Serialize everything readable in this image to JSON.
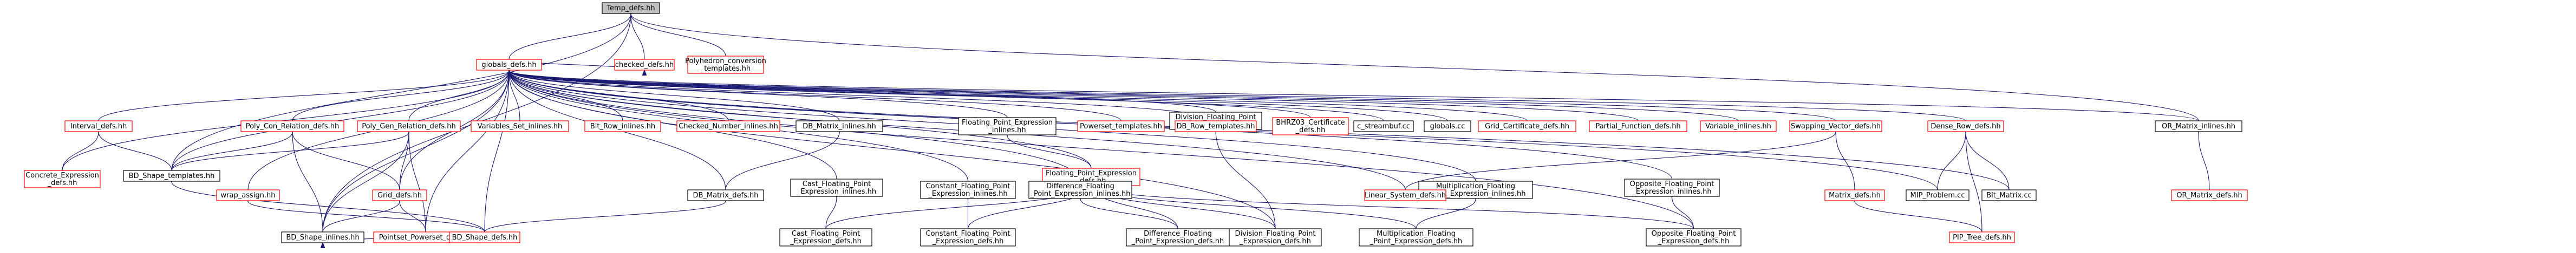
{
  "colors": {
    "edge": "#191970",
    "border_default": "#000000",
    "border_truncated": "#ff0000",
    "fill_default": "#ffffff",
    "fill_root": "#bfbfbf",
    "text": "#000000"
  },
  "nodes": [
    {
      "id": "tl_defs",
      "label": "Temp_defs.hh",
      "kind": "root"
    },
    {
      "id": "globals_defs",
      "label": "globals_defs.hh",
      "kind": "truncated"
    },
    {
      "id": "checked_defs",
      "label": "checked_defs.hh",
      "kind": "truncated"
    },
    {
      "id": "polyhedron_conv",
      "label": "Polyhedron_conversion\n_templates.hh",
      "kind": "truncated"
    },
    {
      "id": "interval_defs",
      "label": "Interval_defs.hh",
      "kind": "truncated"
    },
    {
      "id": "concrete_expr",
      "label": "Concrete_Expression\n_defs.hh",
      "kind": "truncated"
    },
    {
      "id": "bd_shape_templates",
      "label": "BD_Shape_templates.hh",
      "kind": "normal"
    },
    {
      "id": "poly_con_rel",
      "label": "Poly_Con_Relation_defs.hh",
      "kind": "truncated"
    },
    {
      "id": "poly_gen_rel",
      "label": "Poly_Gen_Relation_defs.hh",
      "kind": "truncated"
    },
    {
      "id": "wrap_assign",
      "label": "wrap_assign.hh",
      "kind": "truncated"
    },
    {
      "id": "grid_defs",
      "label": "Grid_defs.hh",
      "kind": "truncated"
    },
    {
      "id": "bd_shape_inlines",
      "label": "BD_Shape_inlines.hh",
      "kind": "normal"
    },
    {
      "id": "pointset_powerset",
      "label": "Pointset_Powerset_defs.hh",
      "kind": "truncated"
    },
    {
      "id": "bd_shape_defs",
      "label": "BD_Shape_defs.hh",
      "kind": "truncated"
    },
    {
      "id": "variables_set",
      "label": "Variables_Set_inlines.hh",
      "kind": "truncated"
    },
    {
      "id": "bit_row_inlines",
      "label": "Bit_Row_inlines.hh",
      "kind": "truncated"
    },
    {
      "id": "checked_number",
      "label": "Checked_Number_inlines.hh",
      "kind": "truncated"
    },
    {
      "id": "db_matrix_inlines",
      "label": "DB_Matrix_inlines.hh",
      "kind": "normal"
    },
    {
      "id": "db_matrix_defs",
      "label": "DB_Matrix_defs.hh",
      "kind": "normal"
    },
    {
      "id": "fp_expr_inlines",
      "label": "Floating_Point_Expression\n_inlines.hh",
      "kind": "normal"
    },
    {
      "id": "fp_expr_defs",
      "label": "Floating_Point_Expression\n_defs.hh",
      "kind": "truncated"
    },
    {
      "id": "cast_fp_inlines",
      "label": "Cast_Floating_Point\n_Expression_inlines.hh",
      "kind": "normal"
    },
    {
      "id": "cast_fp_defs",
      "label": "Cast_Floating_Point\n_Expression_defs.hh",
      "kind": "normal"
    },
    {
      "id": "const_fp_inlines",
      "label": "Constant_Floating_Point\n_Expression_inlines.hh",
      "kind": "normal"
    },
    {
      "id": "const_fp_defs",
      "label": "Constant_Floating_Point\n_Expression_defs.hh",
      "kind": "normal"
    },
    {
      "id": "diff_fp_inlines",
      "label": "Difference_Floating\n_Point_Expression_inlines.hh",
      "kind": "normal"
    },
    {
      "id": "diff_fp_defs",
      "label": "Difference_Floating\n_Point_Expression_defs.hh",
      "kind": "normal"
    },
    {
      "id": "div_fp_inlines",
      "label": "Division_Floating_Point\n_Expression_inlines.hh",
      "kind": "normal"
    },
    {
      "id": "div_fp_defs",
      "label": "Division_Floating_Point\n_Expression_defs.hh",
      "kind": "normal"
    },
    {
      "id": "mult_fp_inlines",
      "label": "Multiplication_Floating\n_Point_Expression_inlines.hh",
      "kind": "normal"
    },
    {
      "id": "mult_fp_defs",
      "label": "Multiplication_Floating\n_Point_Expression_defs.hh",
      "kind": "normal"
    },
    {
      "id": "powerset_templates",
      "label": "Powerset_templates.hh",
      "kind": "truncated"
    },
    {
      "id": "db_row_templates",
      "label": "DB_Row_templates.hh",
      "kind": "truncated"
    },
    {
      "id": "bhrz03",
      "label": "BHRZ03_Certificate\n_defs.hh",
      "kind": "truncated"
    },
    {
      "id": "c_streambuf",
      "label": "c_streambuf.cc",
      "kind": "normal"
    },
    {
      "id": "globals_cc",
      "label": "globals.cc",
      "kind": "normal"
    },
    {
      "id": "grid_certificate",
      "label": "Grid_Certificate_defs.hh",
      "kind": "truncated"
    },
    {
      "id": "partial_function",
      "label": "Partial_Function_defs.hh",
      "kind": "truncated"
    },
    {
      "id": "variable_inlines",
      "label": "Variable_inlines.hh",
      "kind": "truncated"
    },
    {
      "id": "linear_system",
      "label": "Linear_System_defs.hh",
      "kind": "truncated"
    },
    {
      "id": "swapping_vector",
      "label": "Swapping_Vector_defs.hh",
      "kind": "truncated"
    },
    {
      "id": "matrix_defs",
      "label": "Matrix_defs.hh",
      "kind": "truncated"
    },
    {
      "id": "opp_fp_inlines",
      "label": "Opposite_Floating_Point\n_Expression_inlines.hh",
      "kind": "normal"
    },
    {
      "id": "opp_fp_defs",
      "label": "Opposite_Floating_Point\n_Expression_defs.hh",
      "kind": "normal"
    },
    {
      "id": "dense_row",
      "label": "Dense_Row_defs.hh",
      "kind": "truncated"
    },
    {
      "id": "mip_problem",
      "label": "MIP_Problem.cc",
      "kind": "normal"
    },
    {
      "id": "bit_matrix",
      "label": "Bit_Matrix.cc",
      "kind": "normal"
    },
    {
      "id": "pip_tree",
      "label": "PIP_Tree_defs.hh",
      "kind": "truncated"
    },
    {
      "id": "or_matrix_inlines",
      "label": "OR_Matrix_inlines.hh",
      "kind": "normal"
    },
    {
      "id": "or_matrix_defs",
      "label": "OR_Matrix_defs.hh",
      "kind": "truncated"
    }
  ],
  "edges": [
    [
      "tl_defs",
      "globals_defs"
    ],
    [
      "tl_defs",
      "checked_defs"
    ],
    [
      "tl_defs",
      "polyhedron_conv"
    ],
    [
      "tl_defs",
      "bd_shape_templates"
    ],
    [
      "tl_defs",
      "bd_shape_inlines"
    ],
    [
      "tl_defs",
      "or_matrix_inlines"
    ],
    [
      "checked_defs",
      "globals_defs"
    ],
    [
      "globals_defs",
      "interval_defs"
    ],
    [
      "globals_defs",
      "concrete_expr"
    ],
    [
      "globals_defs",
      "bd_shape_templates"
    ],
    [
      "globals_defs",
      "poly_con_rel"
    ],
    [
      "globals_defs",
      "poly_gen_rel"
    ],
    [
      "globals_defs",
      "wrap_assign"
    ],
    [
      "globals_defs",
      "grid_defs"
    ],
    [
      "globals_defs",
      "bd_shape_inlines"
    ],
    [
      "globals_defs",
      "pointset_powerset"
    ],
    [
      "globals_defs",
      "bd_shape_defs"
    ],
    [
      "globals_defs",
      "variables_set"
    ],
    [
      "globals_defs",
      "bit_row_inlines"
    ],
    [
      "globals_defs",
      "checked_number"
    ],
    [
      "globals_defs",
      "db_matrix_inlines"
    ],
    [
      "globals_defs",
      "db_matrix_defs"
    ],
    [
      "globals_defs",
      "fp_expr_inlines"
    ],
    [
      "globals_defs",
      "fp_expr_defs"
    ],
    [
      "globals_defs",
      "cast_fp_inlines"
    ],
    [
      "globals_defs",
      "const_fp_inlines"
    ],
    [
      "globals_defs",
      "diff_fp_inlines"
    ],
    [
      "globals_defs",
      "div_fp_inlines"
    ],
    [
      "globals_defs",
      "div_fp_defs"
    ],
    [
      "globals_defs",
      "mult_fp_inlines"
    ],
    [
      "globals_defs",
      "powerset_templates"
    ],
    [
      "globals_defs",
      "db_row_templates"
    ],
    [
      "globals_defs",
      "bhrz03"
    ],
    [
      "globals_defs",
      "c_streambuf"
    ],
    [
      "globals_defs",
      "globals_cc"
    ],
    [
      "globals_defs",
      "grid_certificate"
    ],
    [
      "globals_defs",
      "partial_function"
    ],
    [
      "globals_defs",
      "variable_inlines"
    ],
    [
      "globals_defs",
      "linear_system"
    ],
    [
      "globals_defs",
      "swapping_vector"
    ],
    [
      "globals_defs",
      "opp_fp_inlines"
    ],
    [
      "globals_defs",
      "opp_fp_defs"
    ],
    [
      "globals_defs",
      "dense_row"
    ],
    [
      "globals_defs",
      "mip_problem"
    ],
    [
      "globals_defs",
      "bit_matrix"
    ],
    [
      "globals_defs",
      "or_matrix_inlines"
    ],
    [
      "interval_defs",
      "concrete_expr"
    ],
    [
      "interval_defs",
      "bd_shape_templates"
    ],
    [
      "poly_con_rel",
      "bd_shape_templates"
    ],
    [
      "poly_con_rel",
      "grid_defs"
    ],
    [
      "poly_con_rel",
      "bd_shape_inlines"
    ],
    [
      "poly_gen_rel",
      "bd_shape_templates"
    ],
    [
      "poly_gen_rel",
      "grid_defs"
    ],
    [
      "poly_gen_rel",
      "bd_shape_inlines"
    ],
    [
      "poly_gen_rel",
      "pointset_powerset"
    ],
    [
      "wrap_assign",
      "bd_shape_defs"
    ],
    [
      "grid_defs",
      "pointset_powerset"
    ],
    [
      "grid_defs",
      "bd_shape_inlines"
    ],
    [
      "bd_shape_inlines",
      "bd_shape_defs"
    ],
    [
      "bd_shape_templates",
      "bd_shape_defs"
    ],
    [
      "db_matrix_inlines",
      "db_matrix_defs"
    ],
    [
      "db_matrix_defs",
      "bd_shape_defs"
    ],
    [
      "fp_expr_inlines",
      "fp_expr_defs"
    ],
    [
      "fp_expr_defs",
      "cast_fp_defs"
    ],
    [
      "fp_expr_defs",
      "const_fp_defs"
    ],
    [
      "fp_expr_defs",
      "diff_fp_defs"
    ],
    [
      "fp_expr_defs",
      "div_fp_defs"
    ],
    [
      "fp_expr_defs",
      "mult_fp_defs"
    ],
    [
      "fp_expr_defs",
      "opp_fp_defs"
    ],
    [
      "cast_fp_inlines",
      "cast_fp_defs"
    ],
    [
      "const_fp_inlines",
      "const_fp_defs"
    ],
    [
      "diff_fp_inlines",
      "diff_fp_defs"
    ],
    [
      "div_fp_inlines",
      "div_fp_defs"
    ],
    [
      "mult_fp_inlines",
      "mult_fp_defs"
    ],
    [
      "opp_fp_inlines",
      "opp_fp_defs"
    ],
    [
      "swapping_vector",
      "linear_system"
    ],
    [
      "swapping_vector",
      "matrix_defs"
    ],
    [
      "matrix_defs",
      "pip_tree"
    ],
    [
      "dense_row",
      "mip_problem"
    ],
    [
      "dense_row",
      "bit_matrix"
    ],
    [
      "dense_row",
      "pip_tree"
    ],
    [
      "or_matrix_inlines",
      "or_matrix_defs"
    ]
  ]
}
